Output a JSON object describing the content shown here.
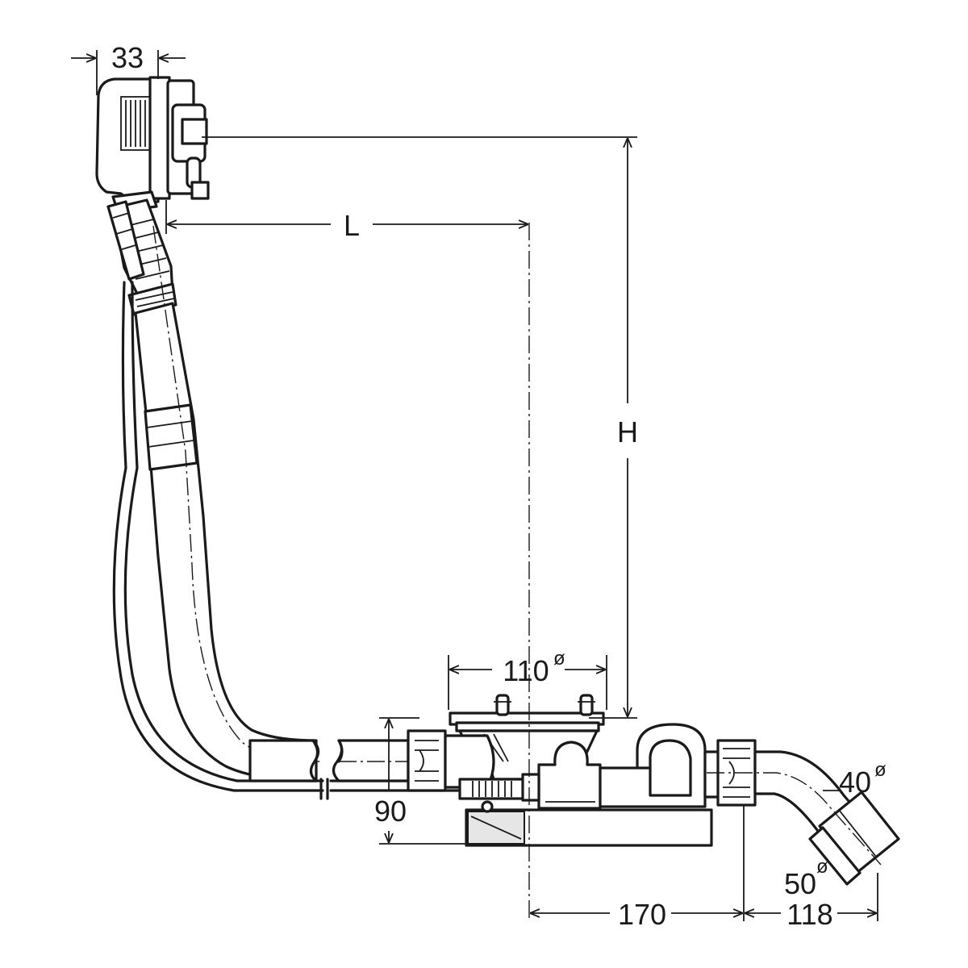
{
  "dimensions": {
    "width_overflow": "33",
    "length": "L",
    "height": "H",
    "drain_diameter": "110",
    "body_height": "90",
    "outlet_diameter_inner": "40",
    "outlet_diameter_outer": "50",
    "offset_outlet": "170",
    "outlet_length": "118",
    "diameter_mark": "ø"
  },
  "colors": {
    "line": "#1a1a1a",
    "background": "#ffffff",
    "shade": "#e6e6e6"
  }
}
